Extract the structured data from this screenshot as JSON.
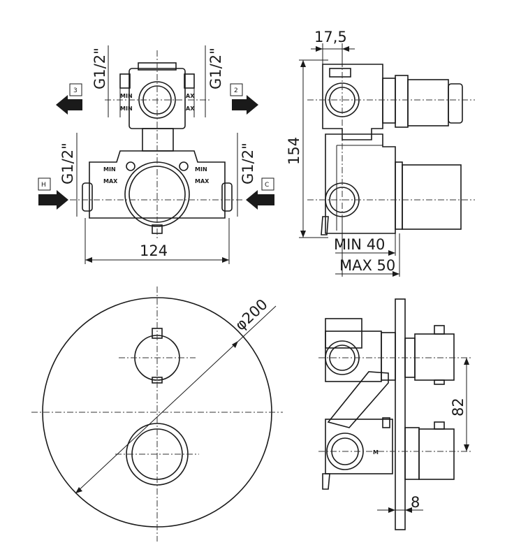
{
  "thread_labels": {
    "outlet_left": "G1/2\"",
    "outlet_right": "G1/2\"",
    "inlet_left": "G1/2\"",
    "inlet_right": "G1/2\""
  },
  "port_labels": {
    "outlet_3": "3",
    "outlet_2": "2",
    "inlet_hot": "H",
    "inlet_cold": "C"
  },
  "cartridge_marks": {
    "min": "MIN",
    "max": "MAX",
    "max_partial": "AX",
    "min_partial": "MIN"
  },
  "dimensions": {
    "width": "124",
    "height": "154",
    "top_depth": "17,5",
    "depth_min": "MIN 40",
    "depth_max": "MAX 50",
    "plate_diameter": "φ200",
    "knob_spacing": "82",
    "plate_thickness": "8"
  },
  "body_mark": "M"
}
